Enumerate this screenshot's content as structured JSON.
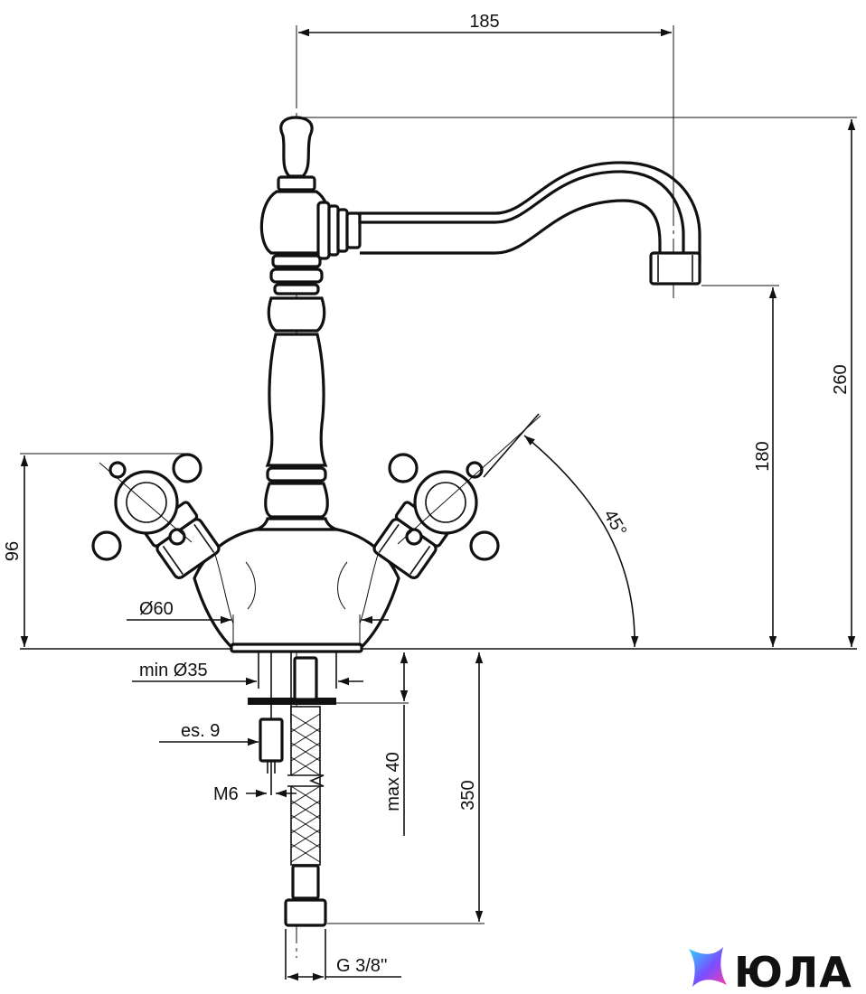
{
  "dimensions": {
    "spout_reach": "185",
    "total_height": "260",
    "spout_height": "180",
    "handle_height": "96",
    "base_diameter": "Ø60",
    "handle_angle": "45°",
    "hole_diameter": "min Ø35",
    "wrench_size": "es. 9",
    "stud_thread": "M6",
    "max_deck_thickness": "max 40",
    "hose_length": "350",
    "hose_thread": "G 3/8''"
  },
  "watermark": {
    "brand": "ЮЛА",
    "colors": [
      "#2fd5ff",
      "#7a4dff",
      "#ff3fa4"
    ]
  }
}
